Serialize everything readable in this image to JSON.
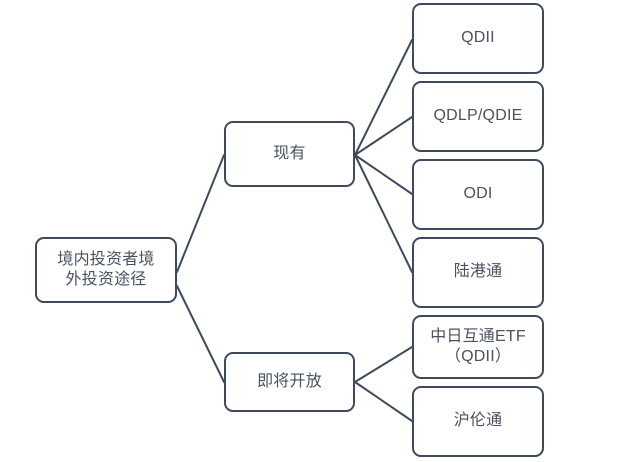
{
  "diagram": {
    "type": "tree",
    "orientation": "left-to-right",
    "stroke_color": "#3f4a5c",
    "text_color": "#4a5260",
    "background_color": "#ffffff",
    "root": {
      "id": "root",
      "label": "境内投资者境\n外投资途径"
    },
    "branches": [
      {
        "id": "existing",
        "label": "现有",
        "children": [
          {
            "id": "qdii",
            "label": "QDII"
          },
          {
            "id": "qdlp",
            "label": "QDLP/QDIE"
          },
          {
            "id": "odi",
            "label": "ODI"
          },
          {
            "id": "lgt",
            "label": "陆港通"
          }
        ]
      },
      {
        "id": "upcoming",
        "label": "即将开放",
        "children": [
          {
            "id": "cnjp",
            "label": "中日互通ETF\n（QDII）"
          },
          {
            "id": "hlt",
            "label": "沪伦通"
          }
        ]
      }
    ],
    "edges": [
      {
        "from": "root",
        "to": "existing"
      },
      {
        "from": "root",
        "to": "upcoming"
      },
      {
        "from": "existing",
        "to": "qdii"
      },
      {
        "from": "existing",
        "to": "qdlp"
      },
      {
        "from": "existing",
        "to": "odi"
      },
      {
        "from": "existing",
        "to": "lgt"
      },
      {
        "from": "upcoming",
        "to": "cnjp"
      },
      {
        "from": "upcoming",
        "to": "hlt"
      }
    ]
  }
}
